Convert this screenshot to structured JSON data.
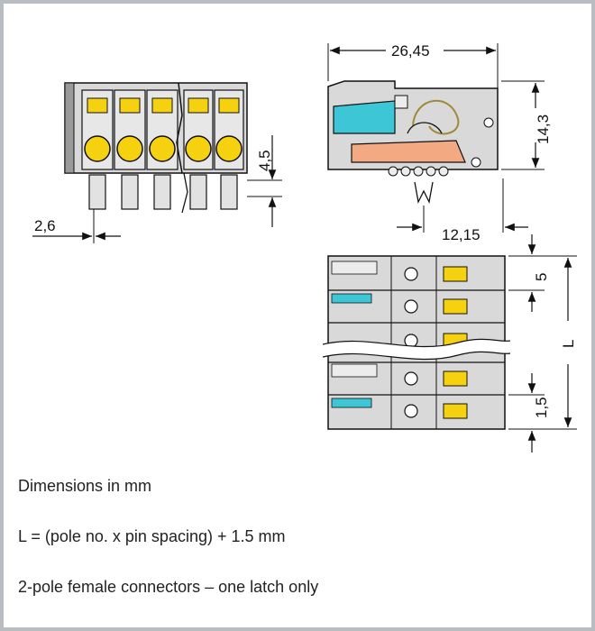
{
  "figure": {
    "dimensions": {
      "width_total": "26,45",
      "height": "14,3",
      "pin_offset": "4,5",
      "edge_offset": "2,6",
      "pin_depth": "12,15",
      "pitch": "5",
      "end_margin": "1,5",
      "length": "L"
    }
  },
  "notes": [
    "Dimensions in mm",
    "L = (pole no. x pin spacing) + 1.5 mm",
    "2-pole female connectors – one latch only"
  ],
  "colors": {
    "frame": "#b9bcc0",
    "housing": "#d9d9d9",
    "latch_yellow": "#f6d10f",
    "cyan": "#3cc6d6",
    "orange": "#f3a982"
  }
}
